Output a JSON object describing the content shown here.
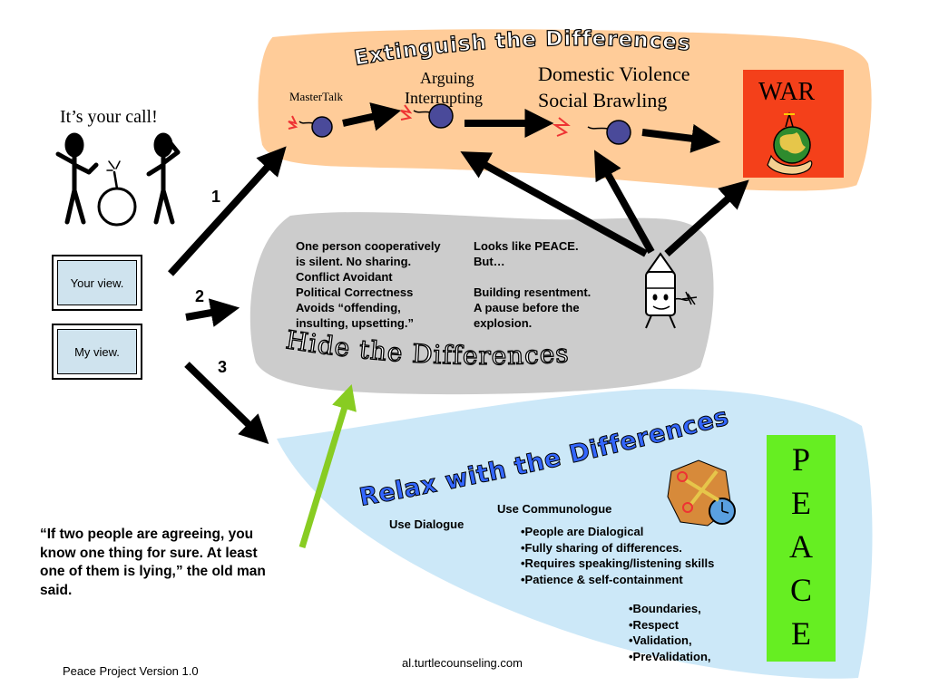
{
  "top_section": {
    "title": "Extinguish the Differences",
    "stages": [
      "MasterTalk",
      "Arguing",
      "Interrupting",
      "Domestic Violence",
      "Social Brawling"
    ],
    "war_label": "WAR"
  },
  "left_panel": {
    "call_label": "It’s your call!",
    "your_view": "Your view.",
    "my_view": "My view.",
    "path_numbers": [
      "1",
      "2",
      "3"
    ]
  },
  "middle_section": {
    "title": "Hide the Differences",
    "left_lines": [
      "One person cooperatively",
      "is silent. No sharing.",
      "Conflict Avoidant",
      "Political Correctness",
      "Avoids “offending,",
      "insulting, upsetting.”"
    ],
    "right_lines": [
      "Looks like PEACE.",
      "But…",
      "",
      "Building resentment.",
      "A pause before the",
      "explosion."
    ]
  },
  "bottom_section": {
    "title": "Relax with the Differences",
    "use_dialogue": "Use Dialogue",
    "use_communologue": "Use Communologue",
    "bullets_1": [
      "•People are Dialogical",
      "•Fully sharing of differences.",
      "•Requires speaking/listening skills",
      "•Patience & self-containment"
    ],
    "bullets_2": [
      "•Boundaries,",
      "•Respect",
      "•Validation,",
      "•PreValidation,"
    ],
    "peace_letters": [
      "P",
      "E",
      "A",
      "C",
      "E"
    ]
  },
  "quote": {
    "lines": [
      "“If two people are agreeing, you",
      "know one thing for sure.  At least",
      "one of them is lying,” the old man",
      "said."
    ]
  },
  "footer": {
    "version": "Peace Project Version 1.0",
    "website": "al.turtlecounseling.com"
  },
  "colors": {
    "top_region": "#ffcc99",
    "middle_region": "#cccccc",
    "bottom_region": "#cce8f8",
    "war_box": "#f4401a",
    "peace_box": "#66ee22",
    "green_arrow": "#88cc22",
    "relax_title_fill": "#3366ff"
  }
}
